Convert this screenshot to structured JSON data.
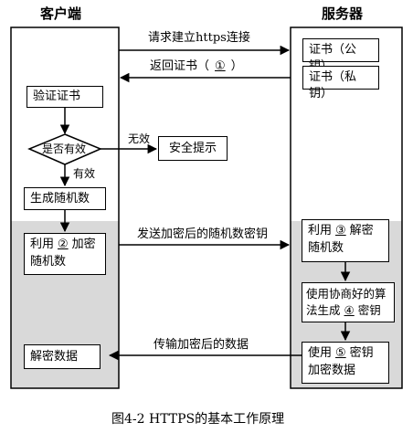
{
  "lanes": {
    "client": "客户端",
    "server": "服务器"
  },
  "edges": {
    "request": "请求建立https连接",
    "return_cert_prefix": "返回证书（",
    "return_cert_blank": "①",
    "return_cert_suffix": "）",
    "send_key": "发送加密后的随机数密钥",
    "transfer": "传输加密后的数据",
    "no": "无效",
    "yes": "有效"
  },
  "client_nodes": {
    "verify": "验证证书",
    "decision": "是否有效",
    "warning": "安全提示",
    "generate": "生成随机数",
    "encrypt_prefix": "利用",
    "encrypt_blank": "②",
    "encrypt_suffix": "加密随机数",
    "decrypt_data": "解密数据"
  },
  "server_nodes": {
    "cert_public": "证书（公钥）",
    "cert_private": "证书（私钥）",
    "decrypt_prefix": "利用",
    "decrypt_blank": "③",
    "decrypt_suffix": "解密随机数",
    "negotiate_prefix": "使用协商好的算法生成",
    "negotiate_blank": "④",
    "negotiate_suffix": "密钥",
    "use_prefix": "使用",
    "use_blank": "⑤",
    "use_suffix": "密钥加密数据"
  },
  "caption": "图4-2  HTTPS的基本工作原理"
}
